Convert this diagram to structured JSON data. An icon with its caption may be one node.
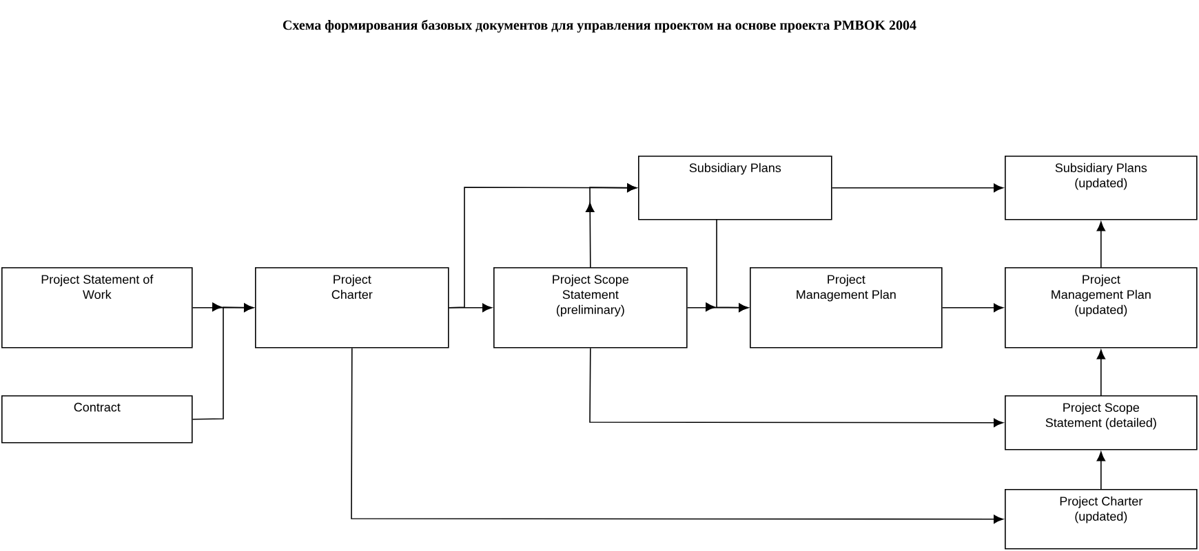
{
  "diagram": {
    "title": "Схема формирования базовых документов для управления проектом на основе проекта PMBOK 2004",
    "nodes": [
      {
        "text": [
          "Project Statement of Work"
        ]
      },
      {
        "text": [
          "Contract"
        ]
      },
      {
        "text": [
          "Project Charter"
        ]
      },
      {
        "text": [
          "Project Scope Statement (preliminary)"
        ]
      },
      {
        "text": [
          "Subsidiary Plans"
        ]
      },
      {
        "text": [
          "Project Management Plan"
        ]
      },
      {
        "text": [
          "Subsidiary Plans (updated)"
        ]
      },
      {
        "text": [
          "Project Management Plan (updated)"
        ]
      },
      {
        "text": [
          "Project Scope Statement (detailed)"
        ]
      },
      {
        "text": [
          "Project Charter (updated)"
        ]
      }
    ],
    "edges": [
      {
        "from": 0,
        "to": 2,
        "arrow": "to"
      },
      {
        "from": 1,
        "to": 2,
        "arrow": "to"
      },
      {
        "from": 2,
        "to": 3,
        "arrow": "to"
      },
      {
        "from": 2,
        "to": 4,
        "arrow": "to"
      },
      {
        "from": 3,
        "to": 4,
        "arrow": "to"
      },
      {
        "from": 4,
        "to": 5,
        "arrow": "to"
      },
      {
        "from": 3,
        "to": 5,
        "arrow": "to"
      },
      {
        "from": 4,
        "to": 6,
        "arrow": "to"
      },
      {
        "from": 5,
        "to": 7,
        "arrow": "to"
      },
      {
        "from": 7,
        "to": 6,
        "arrow": "to"
      },
      {
        "from": 8,
        "to": 7,
        "arrow": "to"
      },
      {
        "from": 9,
        "to": 8,
        "arrow": "to"
      },
      {
        "from": 3,
        "to": 8,
        "arrow": "to"
      },
      {
        "from": 2,
        "to": 9,
        "arrow": "to"
      }
    ]
  }
}
